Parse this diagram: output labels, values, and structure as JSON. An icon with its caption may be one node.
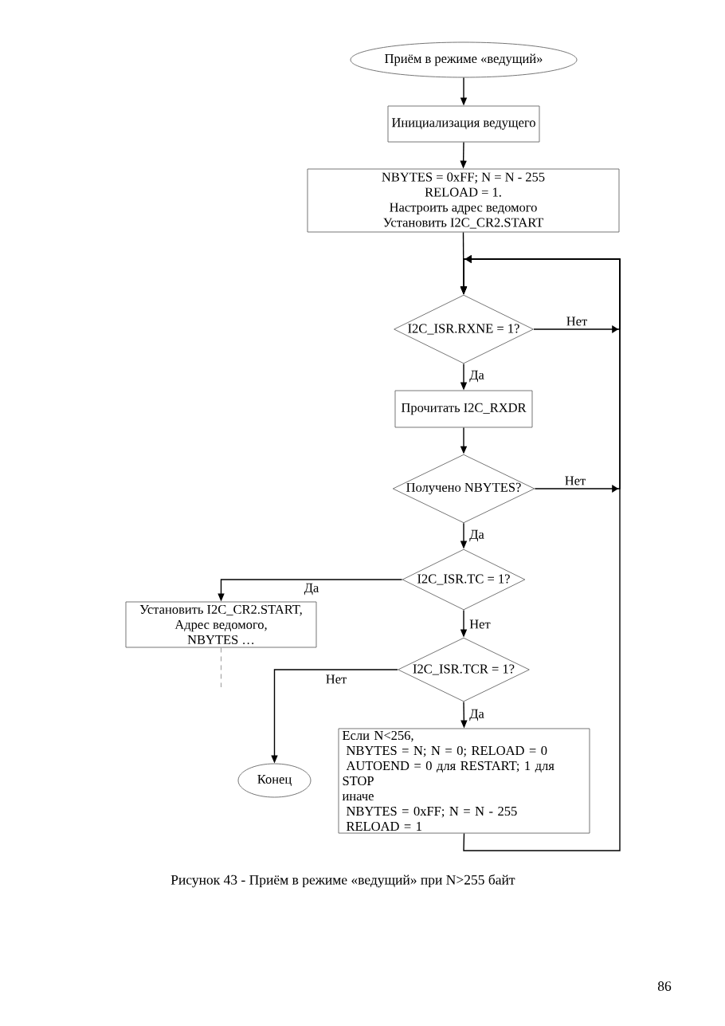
{
  "diagram": {
    "caption": "Рисунок 43 - Приём в режиме «ведущий» при N>255 байт",
    "nodes": [
      {
        "text": [
          "Приём в режиме «ведущий»"
        ]
      },
      {
        "text": [
          "Инициализация ведущего"
        ]
      },
      {
        "text": [
          "NBYTES = 0xFF; N = N - 255",
          "RELOAD = 1.",
          "Настроить адрес ведомого",
          "Установить I2C_CR2.START"
        ]
      },
      {
        "text": [
          "I2C_ISR.RXNE = 1?"
        ]
      },
      {
        "text": [
          "Прочитать I2C_RXDR"
        ]
      },
      {
        "text": [
          "Получено NBYTES?"
        ]
      },
      {
        "text": [
          "I2C_ISR.TC = 1?"
        ]
      },
      {
        "text": [
          "Установить I2C_CR2.START,",
          "Адрес ведомого,",
          "NBYTES …"
        ]
      },
      {
        "text": [
          "I2C_ISR.TCR = 1?"
        ]
      },
      {
        "text": [
          "Если N<256,",
          "NBYTES = N; N = 0; RELOAD = 0",
          "AUTOEND = 0 для RESTART; 1 для STOP",
          "иначе",
          "NBYTES = 0xFF; N = N - 255",
          "RELOAD = 1"
        ]
      },
      {
        "text": [
          "Конец"
        ]
      }
    ],
    "edges": [
      {
        "from": 0,
        "to": 1,
        "arrow": "to"
      },
      {
        "from": 1,
        "to": 2,
        "arrow": "to"
      },
      {
        "from": 2,
        "to": 3,
        "arrow": "to"
      },
      {
        "from": 3,
        "to": 4,
        "arrow": "to",
        "label": "Да"
      },
      {
        "from": 3,
        "to": 3,
        "arrow": "to",
        "label": "Нет"
      },
      {
        "from": 4,
        "to": 5,
        "arrow": "to"
      },
      {
        "from": 5,
        "to": 6,
        "arrow": "to",
        "label": "Да"
      },
      {
        "from": 5,
        "to": 3,
        "arrow": "to",
        "label": "Нет"
      },
      {
        "from": 6,
        "to": 7,
        "arrow": "to",
        "label": "Да"
      },
      {
        "from": 6,
        "to": 8,
        "arrow": "to",
        "label": "Нет"
      },
      {
        "from": 7,
        "to": null,
        "arrow": "none",
        "style": "dashed",
        "color": "#808080"
      },
      {
        "from": 8,
        "to": 10,
        "arrow": "to",
        "label": "Нет"
      },
      {
        "from": 8,
        "to": 9,
        "arrow": "to",
        "label": "Да"
      },
      {
        "from": 9,
        "to": 3,
        "arrow": "to"
      }
    ],
    "labels": [
      "86"
    ]
  }
}
